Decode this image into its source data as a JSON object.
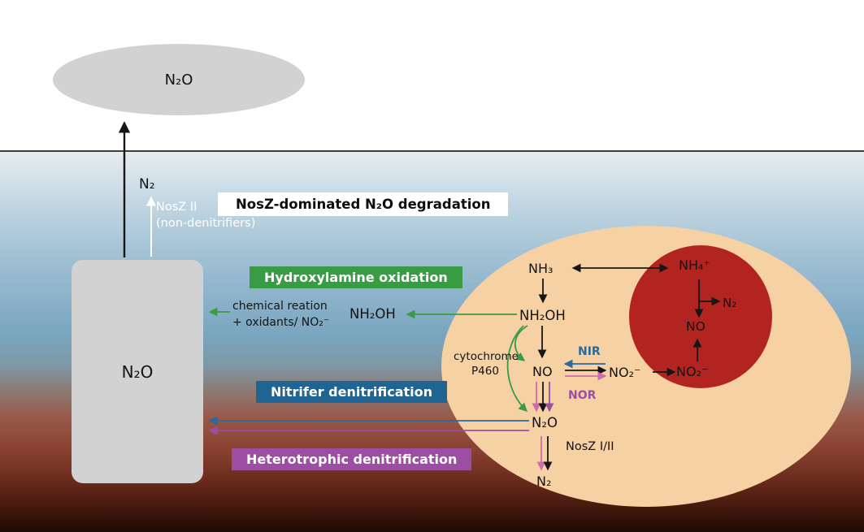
{
  "colors": {
    "green": "#3a9b45",
    "blue": "#2a6a9e",
    "banner_blue": "#1f6492",
    "purple": "#9c4ea3",
    "magenta": "#cf6ab0",
    "red_compartment_fill": "#b2241f",
    "cell_fill": "#f6d1a3",
    "pool_gray": "#d2d2d2"
  },
  "atmosphere": {
    "label": "N₂O"
  },
  "water_release": {
    "n2_label": "N₂",
    "enzyme_label": "NosZ II\n(non-denitrifiers)"
  },
  "pool": {
    "label": "N₂O"
  },
  "banners": {
    "nosz_degradation": "NosZ-dominated N₂O degradation",
    "hydroxylamine_oxidation": "Hydroxylamine oxidation",
    "nitrifier_denitrification": "Nitrifer denitrification",
    "heterotrophic_denitrification": "Heterotrophic denitrification"
  },
  "extracellular": {
    "chemical_reaction": "chemical reation\n+ oxidants/ NO₂⁻",
    "nh2oh": "NH₂OH"
  },
  "cell": {
    "nh3": "NH₃",
    "nh2oh": "NH₂OH",
    "cytochrome_p460": "cytochrome\nP460",
    "no": "NO",
    "nir": "NIR",
    "no2": "NO₂⁻",
    "nor": "NOR",
    "n2o": "N₂O",
    "nosz": "NosZ I/II",
    "n2": "N₂"
  },
  "red_compartment": {
    "nh4": "NH₄⁺",
    "n2": "N₂",
    "no": "NO",
    "no2": "NO₂⁻"
  }
}
